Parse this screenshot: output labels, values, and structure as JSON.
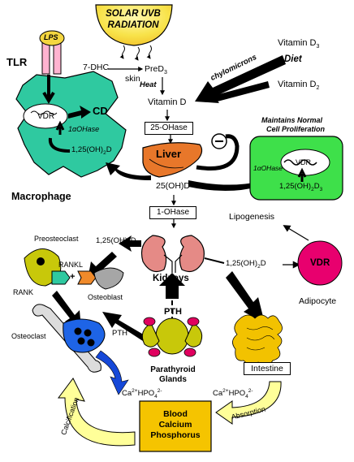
{
  "solar": {
    "line1": "SOLAR UVB",
    "line2": "RADIATION"
  },
  "lps": "LPS",
  "tlr": "TLR",
  "dhc": "7-DHC",
  "skin": "skin",
  "pred3": {
    "base": "PreD",
    "sub": "3"
  },
  "heat": "Heat",
  "vitamin_d": "Vitamin D",
  "vitamin_d3": {
    "base": "Vitamin D",
    "sub": "3"
  },
  "vitamin_d2": {
    "base": "Vitamin D",
    "sub": "2"
  },
  "diet": "Diet",
  "chylomicrons": "chylomicrons",
  "ohase25": "25-OHase",
  "liver": "Liver",
  "oh_d": "25(OH)D",
  "maintains": {
    "line1": "Maintains Normal",
    "line2": "Cell Proliferation"
  },
  "macrophage": {
    "label": "Macrophage",
    "vdr": "VDR",
    "cd": "CD",
    "ohase": "1αOHase",
    "dihydroxy": "1,25(OH)",
    "dihydroxy_sub": "2",
    "dihydroxy_end": "D"
  },
  "cell": {
    "ohase": "1αOHase",
    "vdr": "VDR",
    "dihydroxy": "1,25(OH)",
    "dihydroxy_sub": "2",
    "dihydroxy_end": "D",
    "dihydroxy_tail": "3"
  },
  "ohase1": "1-OHase",
  "lipogenesis": "Lipogenesis",
  "preosteoclast": "Preosteoclast",
  "kidney_d": {
    "base": "1,25(OH)",
    "sub": "2",
    "end": "D"
  },
  "right_d": {
    "base": "1,25(OH)",
    "sub": "2",
    "end": "D"
  },
  "rankl": "RANKL",
  "plus": "+",
  "rank": "RANK",
  "osteoblast": "Osteoblast",
  "kidneys": "Kidneys",
  "vdr_adipocyte": "VDR",
  "adipocyte": "Adipocyte",
  "osteoclast": "Osteoclast",
  "pth_main": "PTH",
  "pth_small": "PTH",
  "parathyroid": {
    "line1": "Parathyroid",
    "line2": "Glands"
  },
  "intestine": "Intestine",
  "ca_left": {
    "ca": "Ca",
    "ca_sup": "2+",
    "hpo": "HPO",
    "hpo_sub": "4",
    "hpo_sup": "2-"
  },
  "ca_right": {
    "ca": "Ca",
    "ca_sup": "2+",
    "hpo": "HPO",
    "hpo_sub": "4",
    "hpo_sup": "2-"
  },
  "blood": {
    "line1": "Blood",
    "line2": "Calcium",
    "line3": "Phosphorus"
  },
  "calcification": "Calcification",
  "absorption": "Absorption",
  "colors": {
    "macrophage": "#2fc9a0",
    "cell_green": "#3ee04a",
    "liver": "#e8772a",
    "lps": "#ffb3d0",
    "vdr_adipo": "#e8006e",
    "intestine": "#f2c200",
    "blood_box": "#f5c400",
    "kidney": "#e58a86",
    "bone": "#dcdcdc",
    "osteoclast": "#1e64e6",
    "parathyroid": "#c8c80a",
    "pink_node": "#e0005f",
    "yellow_arrow": "#ffff99",
    "blue_arrow": "#1548d8"
  }
}
